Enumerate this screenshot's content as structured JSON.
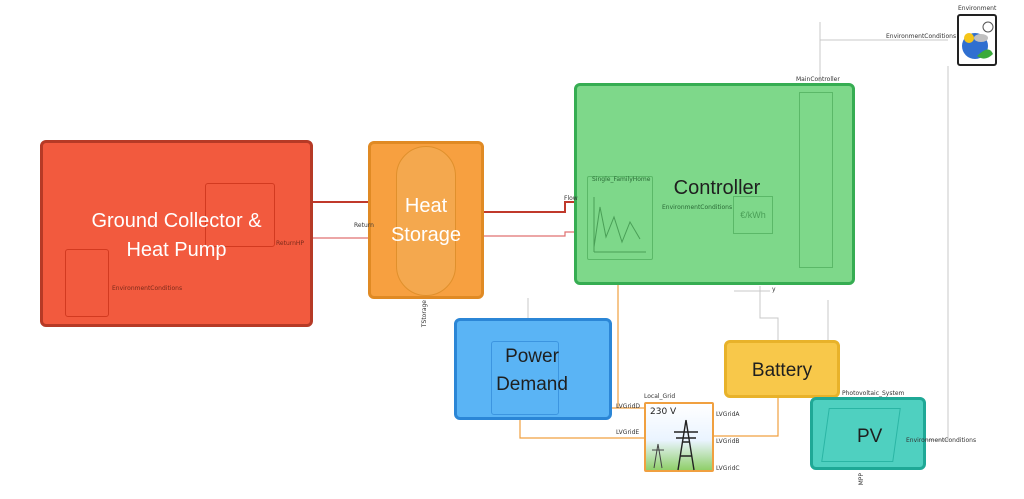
{
  "blocks": {
    "ground_collector": {
      "label_line1": "Ground Collector &",
      "label_line2": "Heat Pump",
      "color": "#f25a3e"
    },
    "heat_storage": {
      "label_line1": "Heat",
      "label_line2": "Storage",
      "color": "#f7a040"
    },
    "controller": {
      "label": "Controller",
      "color": "#7ed88a"
    },
    "power_demand": {
      "label_line1": "Power",
      "label_line2": "Demand",
      "color": "#5ab4f5"
    },
    "battery": {
      "label": "Battery",
      "color": "#f8c84a"
    },
    "pv": {
      "label": "PV",
      "color": "#4fd0c0"
    },
    "local_grid": {
      "voltage": "230 V"
    }
  },
  "tags": {
    "environment": "Environment",
    "environment_conditions": "EnvironmentConditions",
    "main_controller": "MainController",
    "local_grid": "Local_Grid",
    "lvgrid_a": "LVGridA",
    "lvgrid_b": "LVGridB",
    "lvgrid_c": "LVGridC",
    "lvgrid_d": "LVGridD",
    "lvgrid_e": "LVGridE",
    "flow": "Flow",
    "return": "Return",
    "return_hp": "ReturnHP",
    "tstorage": "TStorage",
    "y": "y",
    "photovoltaic_system": "Photovoltaic_System",
    "env_conditions_pv": "EnvironmentConditions",
    "env_conditions_gc": "EnvironmentConditions",
    "env_conditions_ctrl": "EnvironmentConditions",
    "euro_kwh": "€/kWh",
    "single_family_home": "Single_FamilyHome",
    "mpp": "MPP"
  },
  "colors": {
    "flow_line": "#c0392b",
    "return_line": "#e07070",
    "signal_line": "#c8c8c8",
    "electric_line": "#f0a040"
  }
}
